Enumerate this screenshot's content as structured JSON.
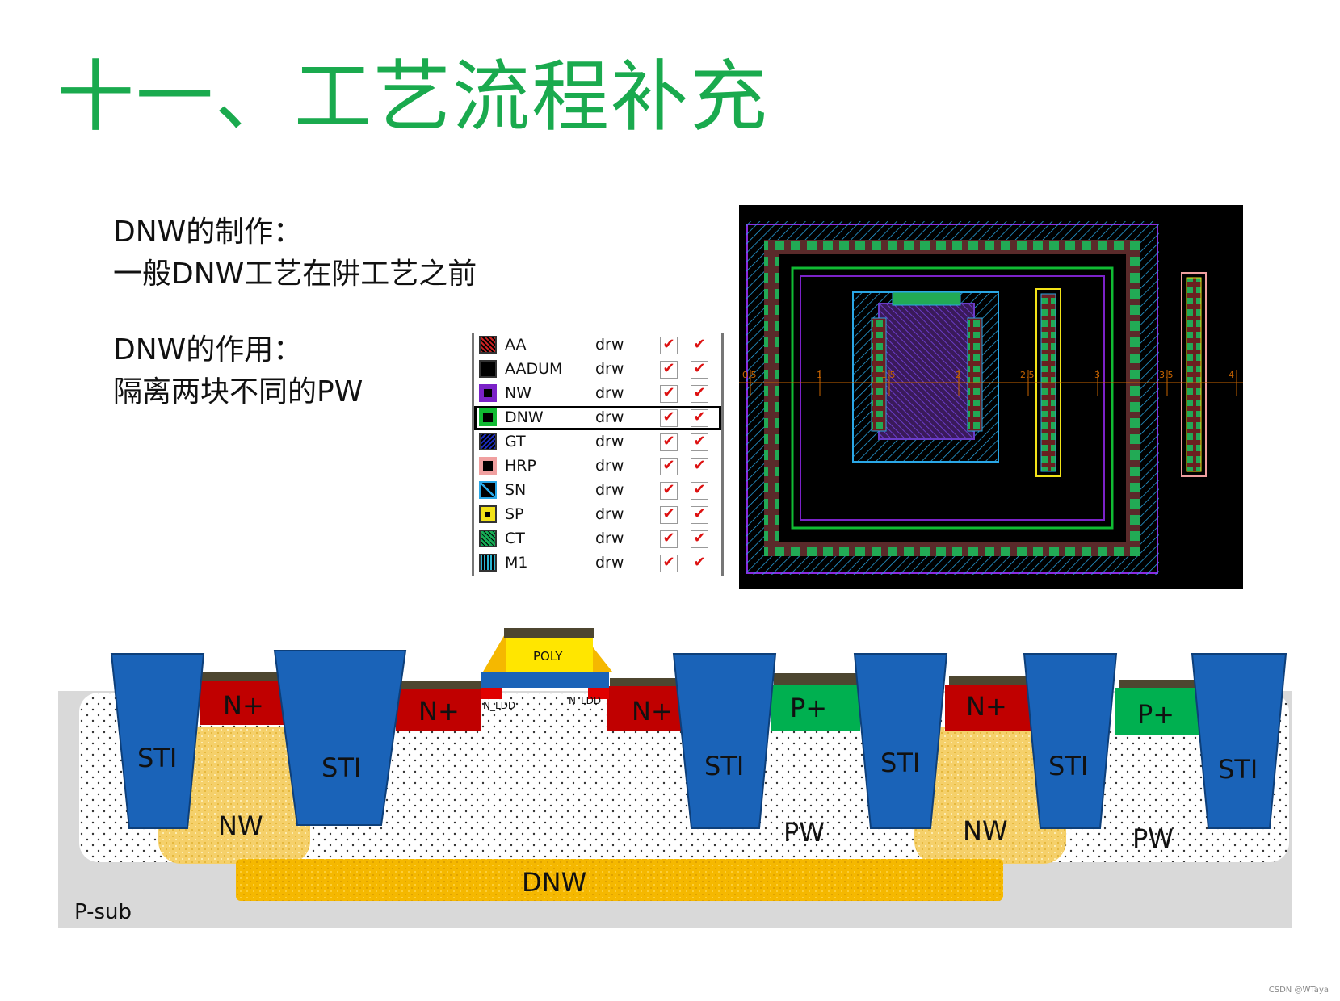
{
  "title": "十一、工艺流程补充",
  "text": {
    "make_heading": "DNW的制作：",
    "make_desc": "一般DNW工艺在阱工艺之前",
    "use_heading": "DNW的作用：",
    "use_desc": "隔离两块不同的PW"
  },
  "layer_panel": {
    "rows": [
      {
        "name": "AA",
        "purpose": "drw",
        "swatch": "#cc2222"
      },
      {
        "name": "AADUM",
        "purpose": "drw",
        "swatch": "#ffffff"
      },
      {
        "name": "NW",
        "purpose": "drw",
        "swatch": "#7b22c8"
      },
      {
        "name": "DNW",
        "purpose": "drw",
        "swatch": "#11bb33",
        "selected": true
      },
      {
        "name": "GT",
        "purpose": "drw",
        "swatch": "#1a2bbf"
      },
      {
        "name": "HRP",
        "purpose": "drw",
        "swatch": "#f0a0a0"
      },
      {
        "name": "SN",
        "purpose": "drw",
        "swatch": "#2aa7e6"
      },
      {
        "name": "SP",
        "purpose": "drw",
        "swatch": "#f2e218"
      },
      {
        "name": "CT",
        "purpose": "drw",
        "swatch": "#22aa55"
      },
      {
        "name": "M1",
        "purpose": "drw",
        "swatch": "#2ab4d0"
      }
    ],
    "check_mark": "✔"
  },
  "layout_view": {
    "ruler_labels": [
      "0.5",
      "1",
      "1.5",
      "2",
      "2.5",
      "3",
      "3.5",
      "4"
    ]
  },
  "cross_section": {
    "poly": "POLY",
    "ldd_left": "N_LDD",
    "ldd_right": "N_LDD",
    "sti": "STI",
    "n_plus": "N+",
    "p_plus": "P+",
    "nw": "NW",
    "pw": "PW",
    "dnw": "DNW",
    "psub": "P-sub"
  },
  "credit": "CSDN @WTaya",
  "colors": {
    "title": "#1aaa4e",
    "sti": "#1a63b8",
    "n_plus": "#c00000",
    "p_plus": "#00b050",
    "dnw": "#f5b800",
    "nw": "#f5d06a",
    "psub": "#d9d9d9",
    "poly": "#ffe600"
  }
}
